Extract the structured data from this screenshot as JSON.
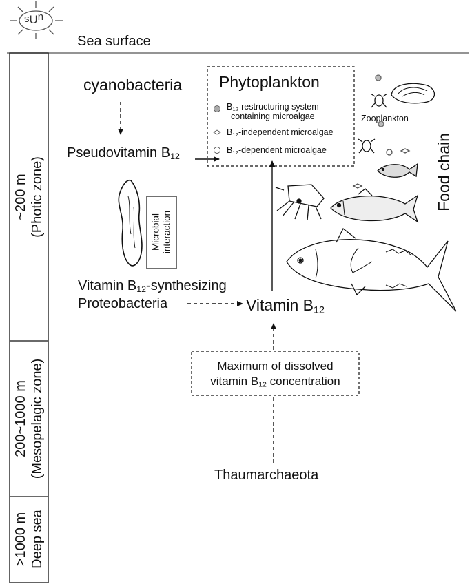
{
  "sun": {
    "label_s": "s",
    "label_u": "U",
    "label_n": "n"
  },
  "sea_surface": "Sea surface",
  "depth_zones": [
    {
      "line1": "~200 m",
      "line2": "(Photic zone)"
    },
    {
      "line1": "200~1000 m",
      "line2": "(Mesopelagic zone)"
    },
    {
      "line1": ">1000 m",
      "line2": "Deep sea"
    }
  ],
  "cyanobacteria": "cyanobacteria",
  "pseudovitamin": {
    "text": "Pseudovitamin B",
    "sub": "12"
  },
  "phytoplankton": {
    "title": "Phytoplankton",
    "items": [
      {
        "pre": "B",
        "sub": "12",
        "post": "-restructuring system",
        "line2": "containing microalgae"
      },
      {
        "pre": "B",
        "sub": "12",
        "post": "-independent microalgae"
      },
      {
        "pre": "B",
        "sub": "12",
        "post": "-dependent microalgae"
      }
    ]
  },
  "zooplankton": "Zooplankton",
  "food_chain": "Food chain",
  "microbial_interaction": {
    "line1": "Microbial",
    "line2": "interaction"
  },
  "proteobacteria": {
    "pre": "Vitamin B",
    "sub": "12",
    "post": "-synthesizing",
    "line2": "Proteobacteria"
  },
  "vitamin_b12": {
    "text": "Vitamin B",
    "sub": "12"
  },
  "maximum_box": {
    "line1": "Maximum of dissolved",
    "pre": "vitamin B",
    "sub": "12",
    "post": " concentration"
  },
  "thaumarchaeota": "Thaumarchaeota"
}
